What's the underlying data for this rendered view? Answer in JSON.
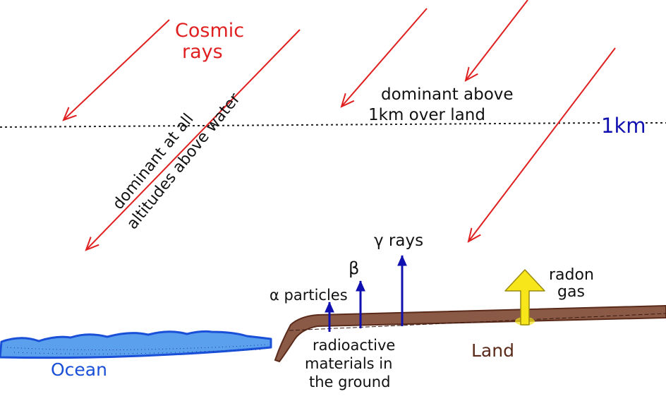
{
  "labels": {
    "cosmic_line1": "Cosmic",
    "cosmic_line2": "rays",
    "dominant_land_line1": "dominant above",
    "dominant_land_line2": "1km over land",
    "one_km": "1km",
    "dominant_water_line1": "dominant at all",
    "dominant_water_line2": "altitudes above water",
    "gamma_rays": "γ rays",
    "beta": "β",
    "alpha_particles": "α particles",
    "radon_line1": "radon",
    "radon_line2": "gas",
    "radioactive_line1": "radioactive",
    "radioactive_line2": "materials in",
    "radioactive_line3": "the ground",
    "land": "Land",
    "ocean": "Ocean"
  },
  "colors": {
    "cosmic": "#e02020",
    "radiation": "#1010b0",
    "ocean": "#1a4fd8",
    "ocean_fill": "#5aa0ec",
    "land": "#5a2a1a",
    "radon_fill": "#f7e61a",
    "radon_stroke": "#9a8a10",
    "text": "#111111"
  },
  "icons": {
    "cosmic_ray": "diagonal-red-arrow",
    "ground_radiation": "upward-blue-arrow",
    "radon": "yellow-upward-arrow"
  }
}
